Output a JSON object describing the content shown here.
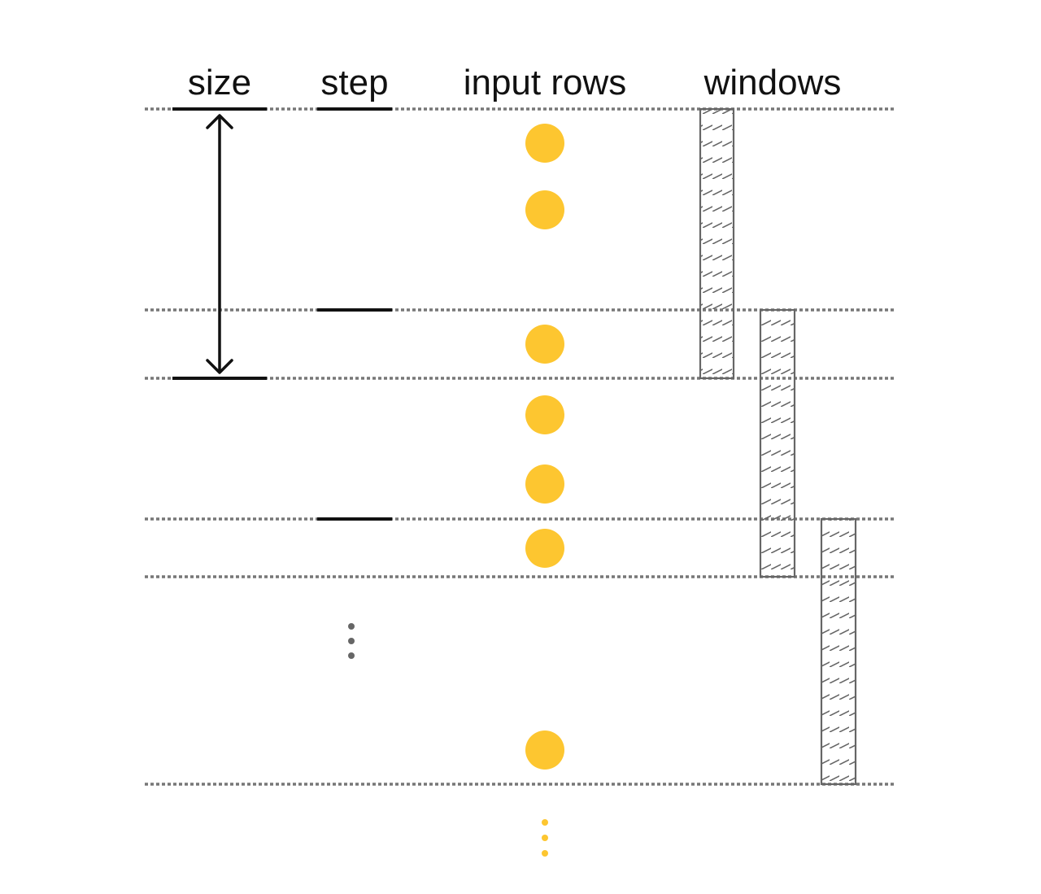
{
  "headers": {
    "size": "size",
    "step": "step",
    "input_rows": "input rows",
    "windows": "windows"
  },
  "colors": {
    "row_dot": "#FDC630",
    "grid_line": "#777777",
    "window_stroke": "#666666",
    "hatch": "#666666",
    "marker": "#111111",
    "ellipsis_gray": "#666666",
    "ellipsis_yellow": "#FDC630"
  },
  "icons": {
    "size_arrow": "double-headed-arrow-icon",
    "ellipsis": "vertical-ellipsis-icon"
  }
}
